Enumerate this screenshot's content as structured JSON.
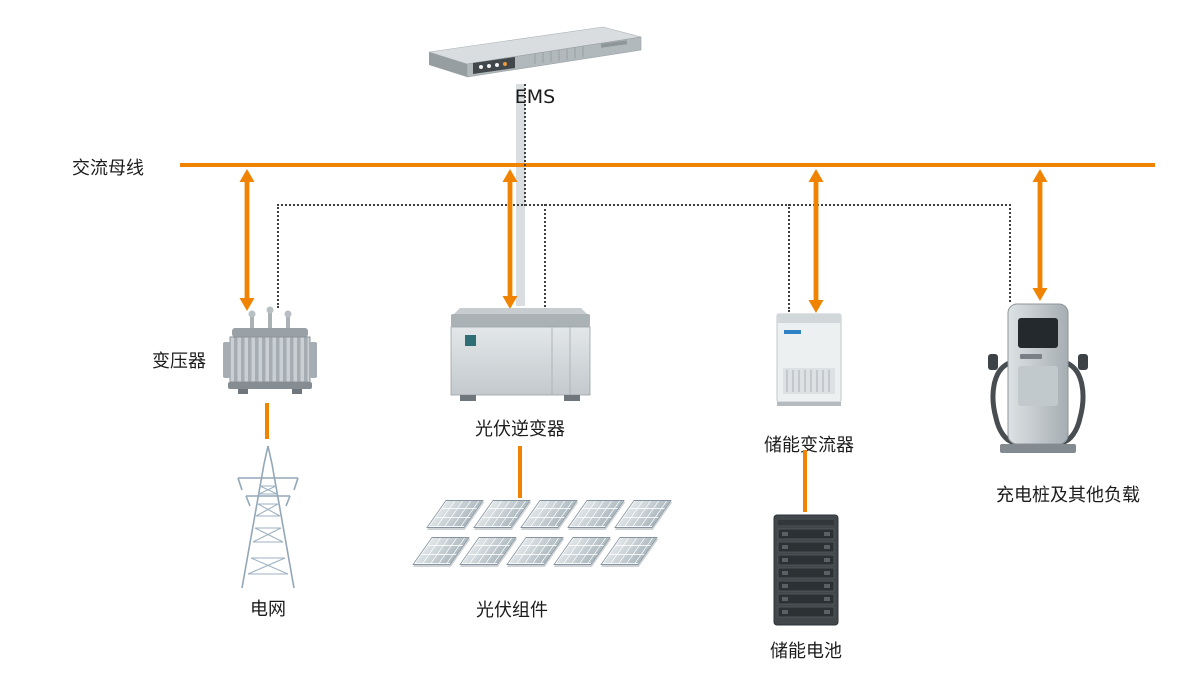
{
  "labels": {
    "ac_bus": "交流母线",
    "ems": "EMS",
    "transformer": "变压器",
    "pv_inverter": "光伏逆变器",
    "storage_converter": "储能变流器",
    "charger_load": "充电桩及其他负载",
    "grid": "电网",
    "pv_modules": "光伏组件",
    "battery": "储能电池"
  },
  "colors": {
    "accent": "#F08300",
    "dotted_line": "#3f3f3f",
    "background": "#ffffff"
  }
}
